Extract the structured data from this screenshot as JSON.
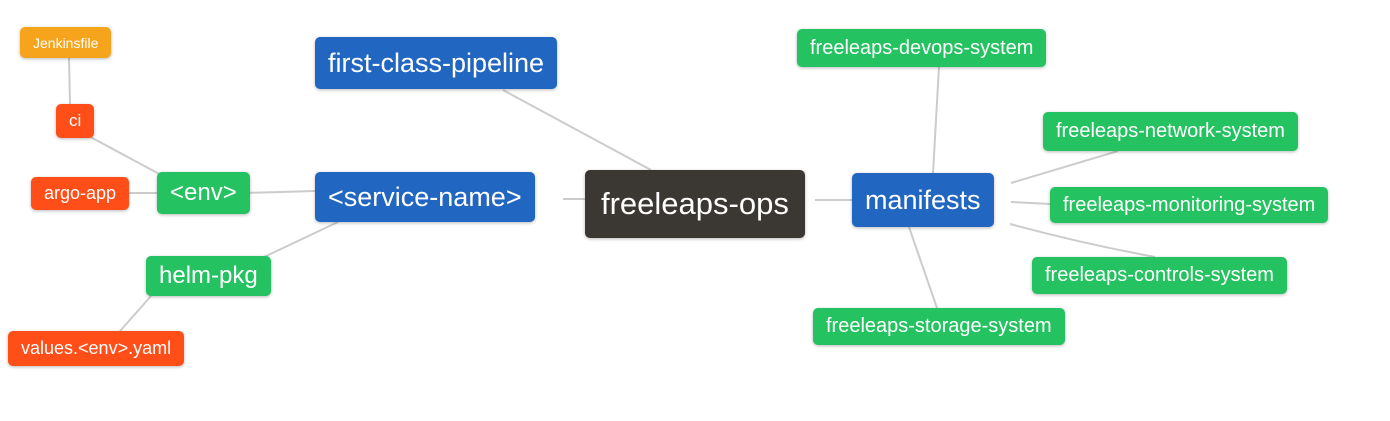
{
  "diagram": {
    "type": "mindmap",
    "background_color": "#ffffff",
    "edge_color": "#cccccc",
    "text_color": "#ffffff",
    "colors": {
      "root_dark": "#3b3733",
      "branch_blue": "#2166c1",
      "leaf_green": "#24c260",
      "accent_orange": "#f7a41d",
      "accent_red": "#ff4e17"
    },
    "nodes": [
      {
        "id": "jenkinsfile",
        "label": "Jenkinsfile",
        "color": "#f7a41d"
      },
      {
        "id": "ci",
        "label": "ci",
        "color": "#ff4e17"
      },
      {
        "id": "argo-app",
        "label": "argo-app",
        "color": "#ff4e17"
      },
      {
        "id": "env",
        "label": "<env>",
        "color": "#24c260"
      },
      {
        "id": "helm-pkg",
        "label": "helm-pkg",
        "color": "#24c260"
      },
      {
        "id": "values-env-yaml",
        "label": "values.<env>.yaml",
        "color": "#ff4e17"
      },
      {
        "id": "first-class-pipeline",
        "label": "first-class-pipeline",
        "color": "#2166c1"
      },
      {
        "id": "service-name",
        "label": "<service-name>",
        "color": "#2166c1"
      },
      {
        "id": "freeleaps-ops",
        "label": "freeleaps-ops",
        "color": "#3b3733"
      },
      {
        "id": "manifests",
        "label": "manifests",
        "color": "#2166c1"
      },
      {
        "id": "freeleaps-devops-system",
        "label": "freeleaps-devops-system",
        "color": "#24c260"
      },
      {
        "id": "freeleaps-network-system",
        "label": "freeleaps-network-system",
        "color": "#24c260"
      },
      {
        "id": "freeleaps-monitoring-system",
        "label": "freeleaps-monitoring-system",
        "color": "#24c260"
      },
      {
        "id": "freeleaps-controls-system",
        "label": "freeleaps-controls-system",
        "color": "#24c260"
      },
      {
        "id": "freeleaps-storage-system",
        "label": "freeleaps-storage-system",
        "color": "#24c260"
      }
    ],
    "edges": [
      {
        "from": "jenkinsfile",
        "to": "ci"
      },
      {
        "from": "ci",
        "to": "env"
      },
      {
        "from": "argo-app",
        "to": "env"
      },
      {
        "from": "env",
        "to": "service-name"
      },
      {
        "from": "helm-pkg",
        "to": "service-name"
      },
      {
        "from": "values-env-yaml",
        "to": "helm-pkg"
      },
      {
        "from": "first-class-pipeline",
        "to": "freeleaps-ops"
      },
      {
        "from": "service-name",
        "to": "freeleaps-ops"
      },
      {
        "from": "freeleaps-ops",
        "to": "manifests"
      },
      {
        "from": "manifests",
        "to": "freeleaps-devops-system"
      },
      {
        "from": "manifests",
        "to": "freeleaps-network-system"
      },
      {
        "from": "manifests",
        "to": "freeleaps-monitoring-system"
      },
      {
        "from": "manifests",
        "to": "freeleaps-controls-system"
      },
      {
        "from": "manifests",
        "to": "freeleaps-storage-system"
      }
    ]
  }
}
